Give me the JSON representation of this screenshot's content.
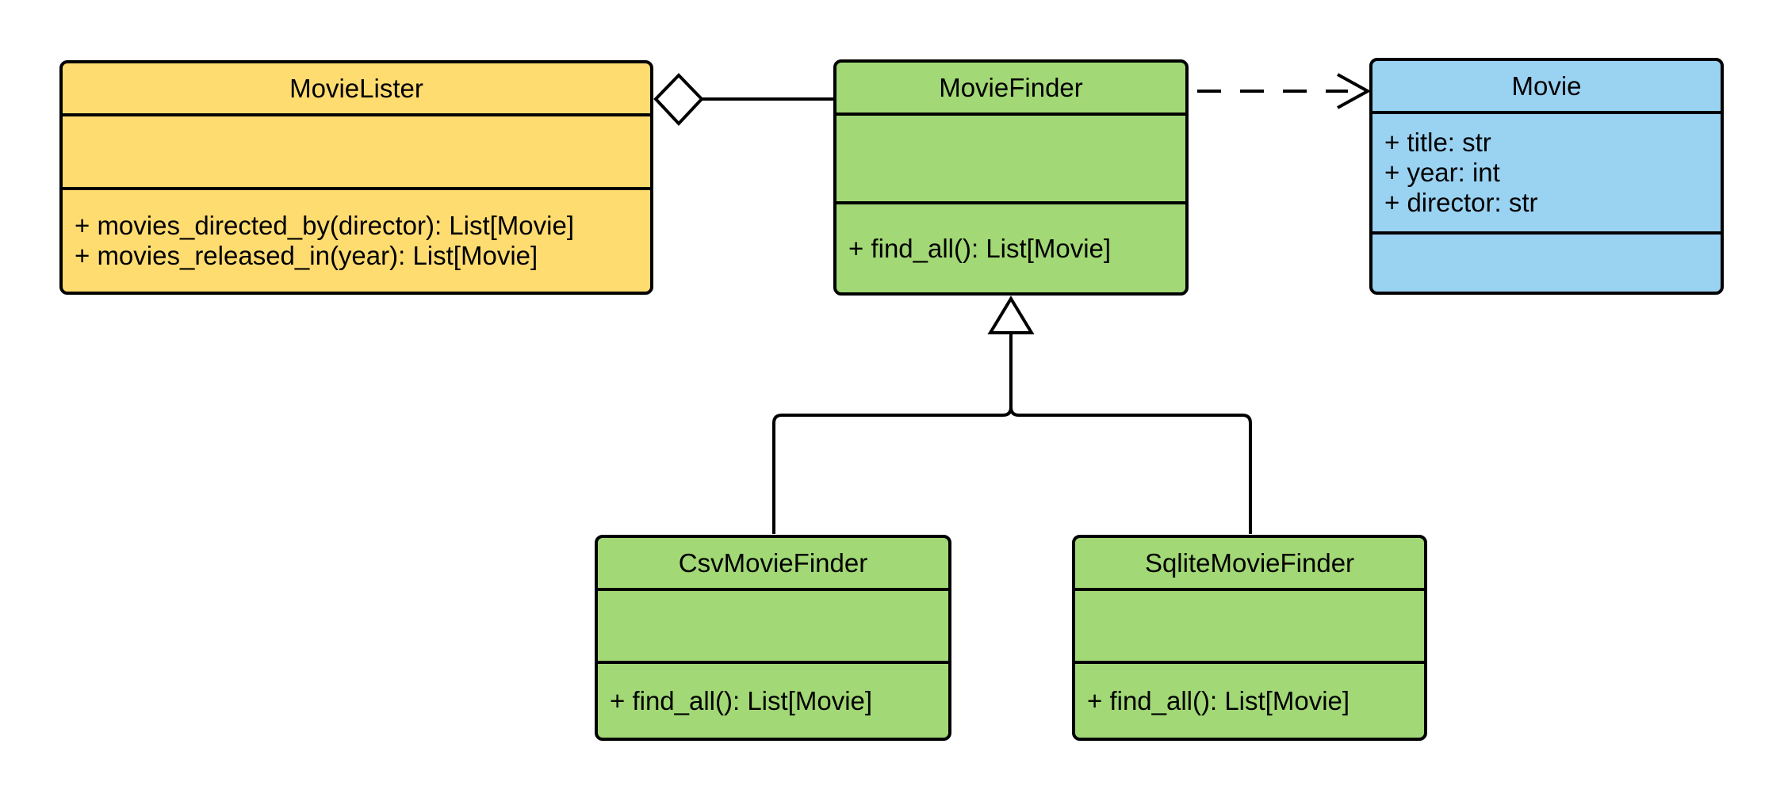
{
  "diagram": {
    "kind": "uml-class-diagram",
    "background": "#ffffff",
    "stroke_color": "#000000",
    "text_color": "#000000",
    "classes": [
      {
        "name": "MovieLister",
        "fill": "#FFDC70",
        "attributes": [],
        "methods": [
          "+ movies_directed_by(director): List[Movie]",
          "+ movies_released_in(year): List[Movie]"
        ]
      },
      {
        "name": "MovieFinder",
        "fill": "#A2D875",
        "attributes": [],
        "methods": [
          "+ find_all(): List[Movie]"
        ]
      },
      {
        "name": "Movie",
        "fill": "#9AD2F2",
        "attributes": [
          "+ title: str",
          "+ year: int",
          "+ director: str"
        ],
        "methods": []
      },
      {
        "name": "CsvMovieFinder",
        "fill": "#A2D875",
        "attributes": [],
        "methods": [
          "+ find_all(): List[Movie]"
        ]
      },
      {
        "name": "SqliteMovieFinder",
        "fill": "#A2D875",
        "attributes": [],
        "methods": [
          "+ find_all(): List[Movie]"
        ]
      }
    ],
    "relationships": [
      {
        "type": "aggregation",
        "from": "MovieLister",
        "to": "MovieFinder",
        "line": "solid",
        "marker": "hollow-diamond"
      },
      {
        "type": "dependency",
        "from": "MovieFinder",
        "to": "Movie",
        "line": "dashed",
        "marker": "open-arrow"
      },
      {
        "type": "generalization",
        "from": "CsvMovieFinder",
        "to": "MovieFinder",
        "line": "solid",
        "marker": "hollow-triangle"
      },
      {
        "type": "generalization",
        "from": "SqliteMovieFinder",
        "to": "MovieFinder",
        "line": "solid",
        "marker": "hollow-triangle"
      }
    ]
  }
}
